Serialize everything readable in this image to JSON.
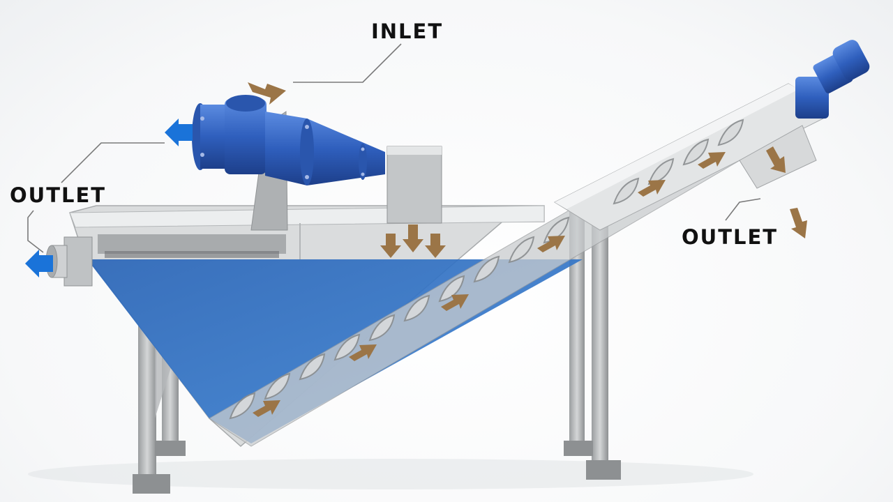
{
  "labels": {
    "inlet": "INLET",
    "outlet_left": "OUTLET",
    "outlet_right": "OUTLET"
  },
  "colors": {
    "water": "#2a6fbf",
    "cyclone": "#3566c2",
    "flow_arrow_water": "#1a73d9",
    "flow_arrow_solids": "#9b7547",
    "steel": "#c8cacc",
    "steel_dark": "#8f9294",
    "leader_line": "#7a7a7a"
  },
  "icons": {
    "water_flow": "arrow-icon",
    "solids_flow": "arrow-icon",
    "motor": "gear-motor-icon"
  }
}
